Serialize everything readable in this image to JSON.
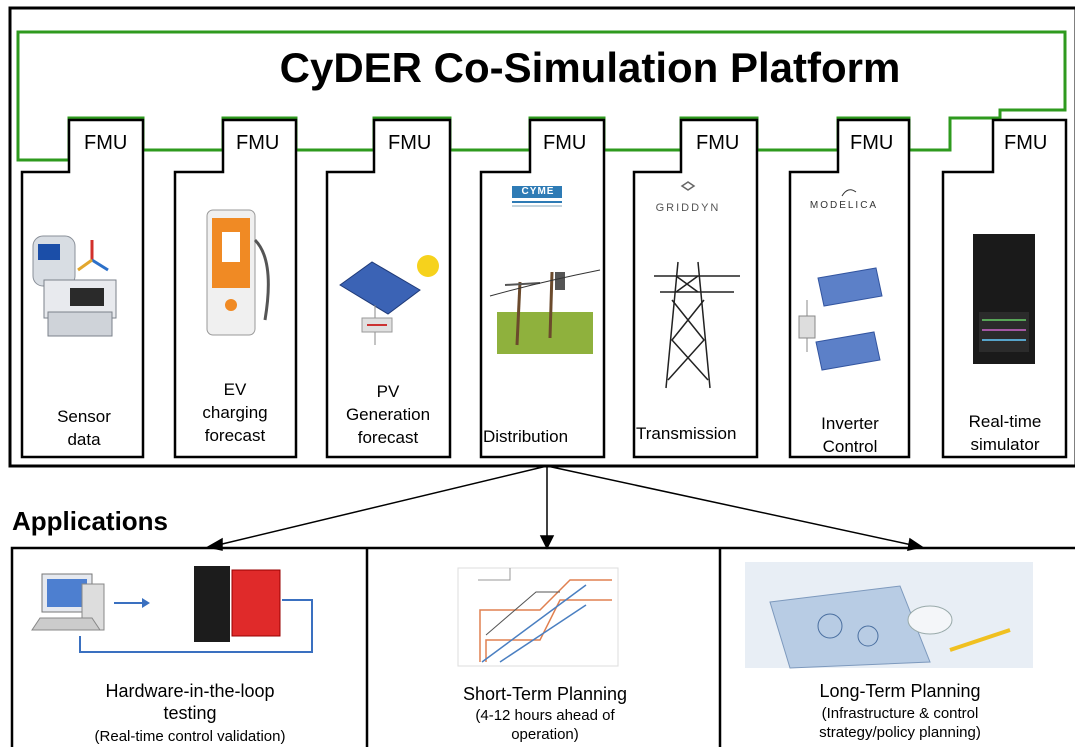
{
  "platform": {
    "title": "CyDER Co-Simulation Platform"
  },
  "modules": [
    {
      "fmu": "FMU",
      "lines": [
        "Sensor",
        "data"
      ]
    },
    {
      "fmu": "FMU",
      "lines": [
        "EV",
        "charging",
        "forecast"
      ]
    },
    {
      "fmu": "FMU",
      "lines": [
        "PV",
        "Generation",
        "forecast"
      ]
    },
    {
      "fmu": "FMU",
      "lines": [
        "Distribution"
      ],
      "logo": "CYME"
    },
    {
      "fmu": "FMU",
      "lines": [
        "Transmission"
      ],
      "logo": "GRIDDYN"
    },
    {
      "fmu": "FMU",
      "lines": [
        "Inverter",
        "Control"
      ],
      "logo": "MODELICA"
    },
    {
      "fmu": "FMU",
      "lines": [
        "Real-time",
        "simulator"
      ]
    }
  ],
  "applications": {
    "heading": "Applications",
    "items": [
      {
        "title_lines": [
          "Hardware-in-the-loop",
          "testing"
        ],
        "subtitle_lines": [
          "(Real-time control validation)"
        ]
      },
      {
        "title_lines": [
          "Short-Term Planning"
        ],
        "subtitle_lines": [
          "(4-12 hours ahead of",
          "operation)"
        ]
      },
      {
        "title_lines": [
          "Long-Term Planning"
        ],
        "subtitle_lines": [
          "(Infrastructure & control",
          "strategy/policy planning)"
        ]
      }
    ]
  },
  "colors": {
    "platform_outline": "#2e9a1e",
    "border": "#000000",
    "line_chart_blue": "#4a7fc1",
    "line_chart_orange": "#e08050"
  }
}
